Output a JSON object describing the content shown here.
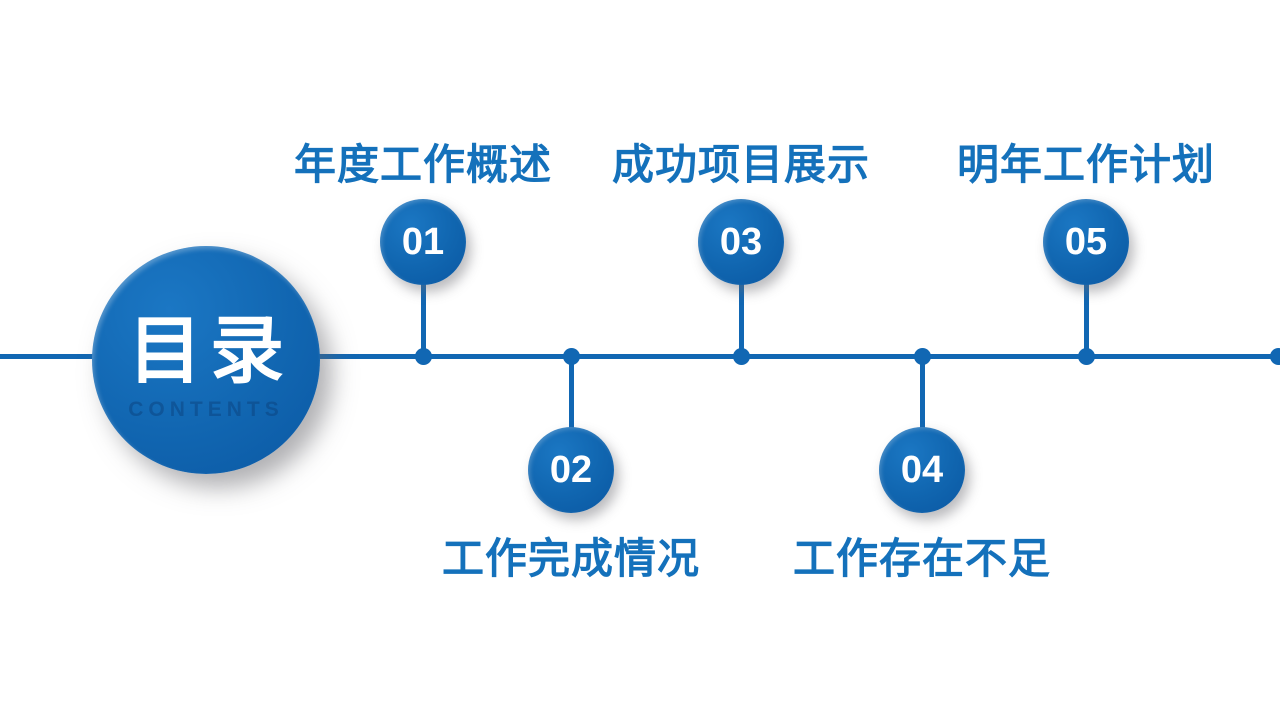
{
  "hub": {
    "title": "目录",
    "subtitle": "CONTENTS"
  },
  "items": [
    {
      "number": "01",
      "label": "年度工作概述",
      "position": "above"
    },
    {
      "number": "02",
      "label": "工作完成情况",
      "position": "below"
    },
    {
      "number": "03",
      "label": "成功项目展示",
      "position": "above"
    },
    {
      "number": "04",
      "label": "工作存在不足",
      "position": "below"
    },
    {
      "number": "05",
      "label": "明年工作计划",
      "position": "above"
    }
  ],
  "colors": {
    "primary_blue": "#1167B3",
    "label_blue": "#1471BB",
    "number_text": "#FFFFFF",
    "hub_subtitle": "rgba(10,62,120,0.45)",
    "background": "#FFFFFF"
  }
}
